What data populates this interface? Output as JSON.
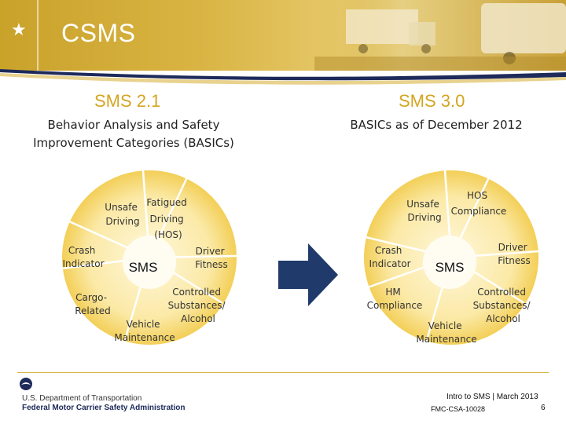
{
  "header": {
    "title": "CSMS"
  },
  "left": {
    "title": "SMS 2.1",
    "subtitle_line1": "Behavior Analysis and Safety",
    "subtitle_line2": "Improvement Categories (BASICs)",
    "center": "SMS",
    "segments": {
      "unsafe_driving": [
        "Unsafe",
        "Driving"
      ],
      "fatigued_driving": [
        "Fatigued",
        "Driving",
        "(HOS)"
      ],
      "driver_fitness": [
        "Driver",
        "Fitness"
      ],
      "controlled_substances": [
        "Controlled",
        "Substances/",
        "Alcohol"
      ],
      "vehicle_maintenance": [
        "Vehicle",
        "Maintenance"
      ],
      "cargo_related": [
        "Cargo-",
        "Related"
      ],
      "crash_indicator": [
        "Crash",
        "Indicator"
      ]
    }
  },
  "right": {
    "title": "SMS 3.0",
    "subtitle": "BASICs as of December 2012",
    "center": "SMS",
    "segments": {
      "unsafe_driving": [
        "Unsafe",
        "Driving"
      ],
      "hos_compliance": [
        "HOS",
        "Compliance"
      ],
      "driver_fitness": [
        "Driver",
        "Fitness"
      ],
      "controlled_substances": [
        "Controlled",
        "Substances/",
        "Alcohol"
      ],
      "vehicle_maintenance": [
        "Vehicle",
        "Maintenance"
      ],
      "hm_compliance": [
        "HM",
        "Compliance"
      ],
      "crash_indicator": [
        "Crash",
        "Indicator"
      ]
    }
  },
  "footer": {
    "dept": "U.S. Department of Transportation",
    "agency": "Federal Motor Carrier Safety Administration",
    "course": "Intro to SMS | March 2013",
    "code": "FMC-CSA-10028",
    "page": "6"
  },
  "colors": {
    "gold": "#d5a520",
    "arrow": "#1f3a6b",
    "navy": "#1d2a5a"
  }
}
